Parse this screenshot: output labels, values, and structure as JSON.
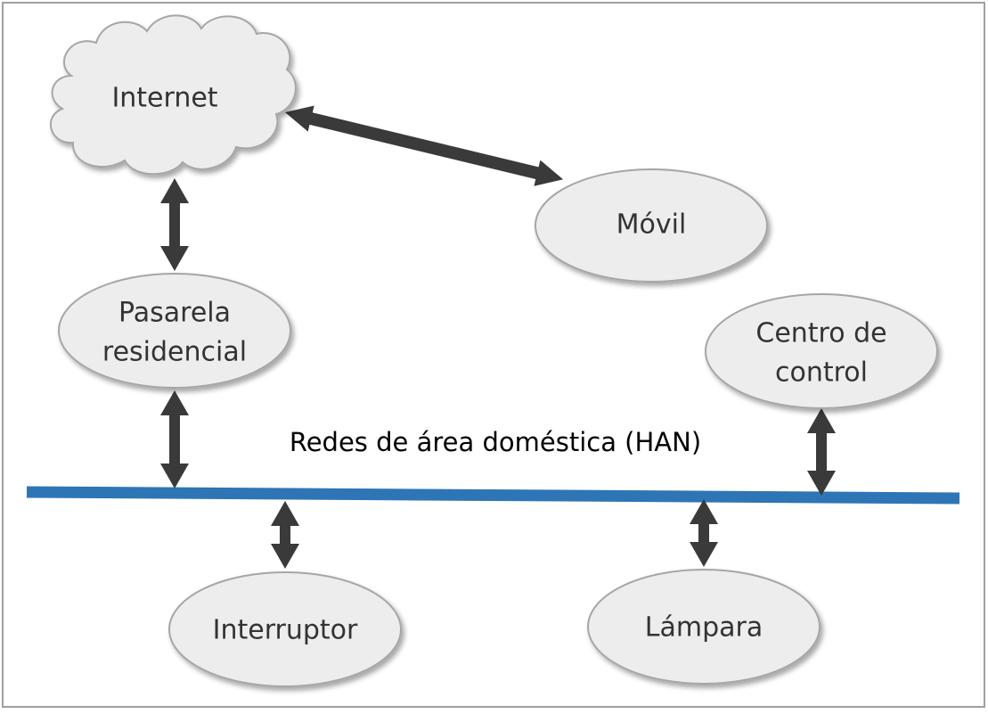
{
  "diagram": {
    "nodes": {
      "internet": {
        "label": "Internet"
      },
      "movil": {
        "label": "Móvil"
      },
      "pasarela": {
        "line1": "Pasarela",
        "line2": "residencial"
      },
      "centro": {
        "line1": "Centro de",
        "line2": "control"
      },
      "interruptor": {
        "label": "Interruptor"
      },
      "lampara": {
        "label": "Lámpara"
      }
    },
    "bus": {
      "label": "Redes de área doméstica (HAN)"
    },
    "colors": {
      "node_fill": "#ededed",
      "node_stroke": "#a6a6a6",
      "bus": "#2e75b6",
      "arrow": "#3a3a3a",
      "frame": "#a0a0a0"
    }
  }
}
